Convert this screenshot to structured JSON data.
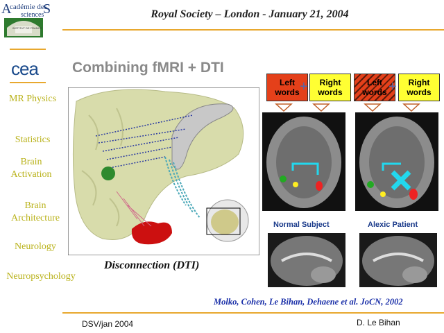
{
  "header": {
    "title": "Royal Society – London - January 21, 2004"
  },
  "logo": {
    "line1": "A",
    "line2": "cadémie des",
    "line3": "S",
    "line4": "sciences",
    "line5": "INSTITUT DE FRANCE"
  },
  "cea_logo": "cea",
  "slide": {
    "title": "Combining fMRI + DTI"
  },
  "sidebar": {
    "items": [
      {
        "label": "MR Physics"
      },
      {
        "label": "Statistics"
      },
      {
        "label": "Brain Activation"
      },
      {
        "label": "Brain Architecture"
      },
      {
        "label": "Neurology"
      },
      {
        "label": "Neuropsychology"
      }
    ]
  },
  "figure": {
    "caption": "Disconnection (DTI)",
    "left_words": "Left words",
    "right_words": "Right words",
    "normal_label": "Normal Subject",
    "alexic_label": "Alexic Patient"
  },
  "reference": "Molko, Cohen, Le Bihan, Dehaene et al. JoCN, 2002",
  "footer": {
    "left": "DSV/jan 2004",
    "right": "D. Le Bihan"
  },
  "colors": {
    "accent_rule": "#e8a82e",
    "sidebar_text": "#b9b21a",
    "left_box": "#e4401a",
    "right_box": "#ffff33"
  }
}
